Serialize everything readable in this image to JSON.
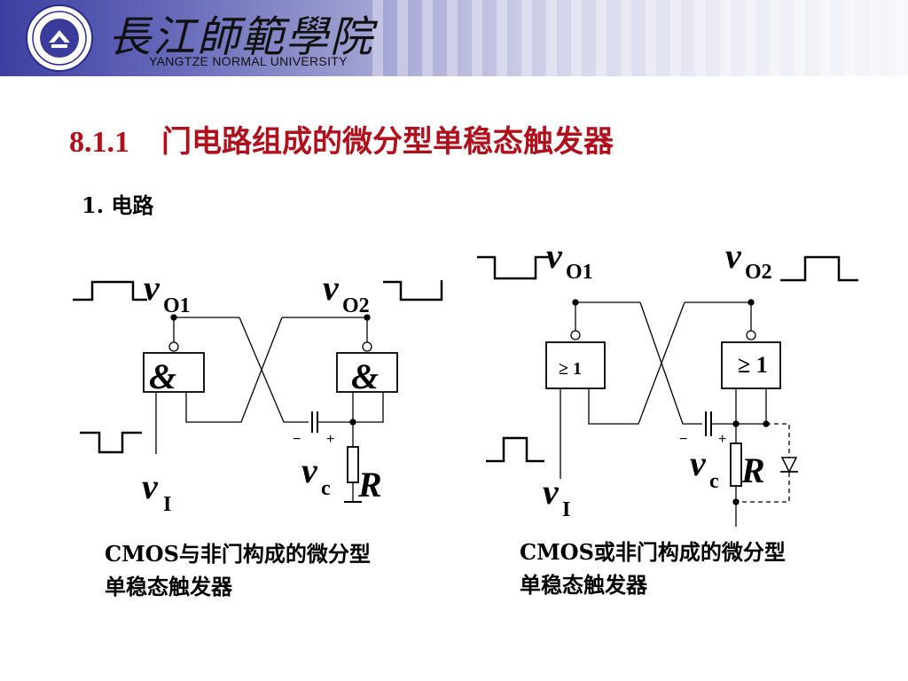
{
  "header": {
    "university_cn": "長江師範學院",
    "university_en": "YANGTZE NORMAL UNIVERSITY"
  },
  "section": {
    "number": "8.1.1",
    "title": "门电路组成的微分型单稳态触发器"
  },
  "subheading": "1. 电路",
  "left_circuit": {
    "gate1_symbol": "&",
    "gate2_symbol": "&",
    "label_vo1": "v",
    "label_vo1_sub": "O1",
    "label_vo2": "v",
    "label_vo2_sub": "O2",
    "label_vi": "v",
    "label_vi_sub": "I",
    "label_vc": "v",
    "label_vc_sub": "c",
    "label_r": "R",
    "minus": "−",
    "plus": "+",
    "caption_line1": "CMOS与非门构成的微分型",
    "caption_line2": "单稳态触发器"
  },
  "right_circuit": {
    "gate1_symbol": "≥ 1",
    "gate2_symbol": "≥ 1",
    "label_vo1": "v",
    "label_vo1_sub": "O1",
    "label_vo2": "v",
    "label_vo2_sub": "O2",
    "label_vi": "v",
    "label_vi_sub": "I",
    "label_vc": "v",
    "label_vc_sub": "c",
    "label_r": "R",
    "minus": "−",
    "plus": "+",
    "caption_line1": "CMOS或非门构成的微分型",
    "caption_line2": "单稳态触发器"
  }
}
